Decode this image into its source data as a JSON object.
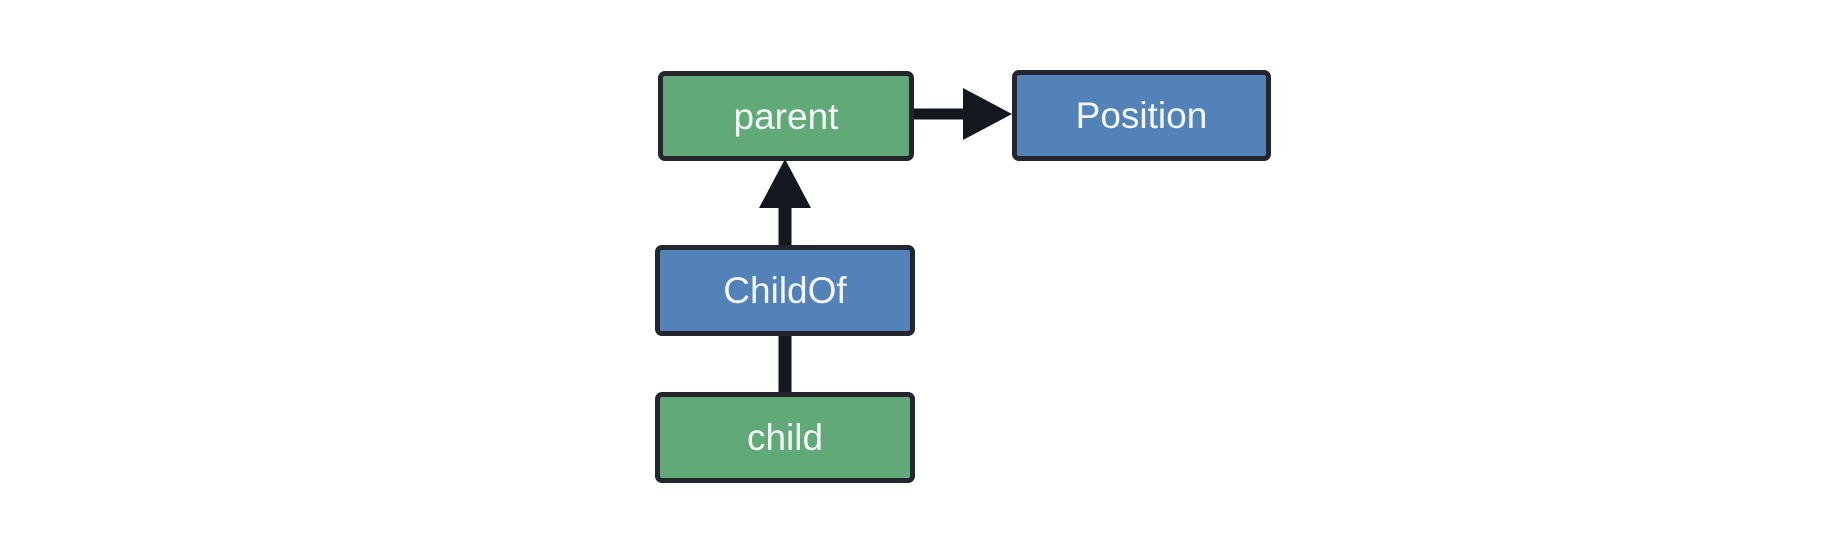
{
  "diagram": {
    "type": "entity-relationship-graph",
    "background_color": "#ffffff",
    "palette": {
      "entity_fill": "#61aa78",
      "component_fill": "#5382b8",
      "border": "#23252f",
      "label_text": "#f4f6f8",
      "edge": "#15171e"
    },
    "nodes": [
      {
        "id": "parent",
        "label": "parent",
        "kind": "entity",
        "fill": "#61aa78",
        "border": "#23252f"
      },
      {
        "id": "position",
        "label": "Position",
        "kind": "component",
        "fill": "#5382b8",
        "border": "#23252f"
      },
      {
        "id": "childof",
        "label": "ChildOf",
        "kind": "component",
        "fill": "#5382b8",
        "border": "#23252f"
      },
      {
        "id": "child",
        "label": "child",
        "kind": "entity",
        "fill": "#61aa78",
        "border": "#23252f"
      }
    ],
    "edges": [
      {
        "id": "parent-to-position",
        "from": "parent",
        "to": "position",
        "arrowhead": "target",
        "direction": "horizontal-right",
        "label": ""
      },
      {
        "id": "childof-to-parent",
        "from": "childof",
        "to": "parent",
        "arrowhead": "target",
        "direction": "vertical-up",
        "label": ""
      },
      {
        "id": "child-to-childof",
        "from": "child",
        "to": "childof",
        "arrowhead": "none",
        "direction": "vertical-up",
        "label": ""
      }
    ]
  }
}
